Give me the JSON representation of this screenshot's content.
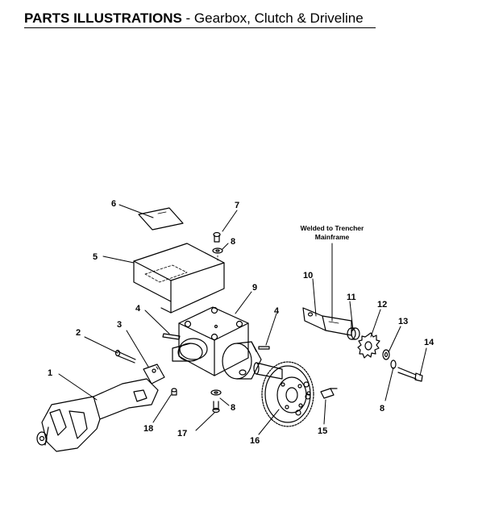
{
  "header": {
    "title_bold": "PARTS ILLUSTRATIONS",
    "title_rest": " - Gearbox, Clutch & Driveline"
  },
  "annotation": {
    "line1": "Welded to Trencher",
    "line2": "Mainframe"
  },
  "callouts": {
    "c1": "1",
    "c2": "2",
    "c3": "3",
    "c4a": "4",
    "c4b": "4",
    "c5": "5",
    "c6": "6",
    "c7": "7",
    "c8a": "8",
    "c8b": "8",
    "c8c": "8",
    "c9": "9",
    "c10": "10",
    "c11": "11",
    "c12": "12",
    "c13": "13",
    "c14": "14",
    "c15": "15",
    "c16": "16",
    "c17": "17",
    "c18": "18"
  }
}
